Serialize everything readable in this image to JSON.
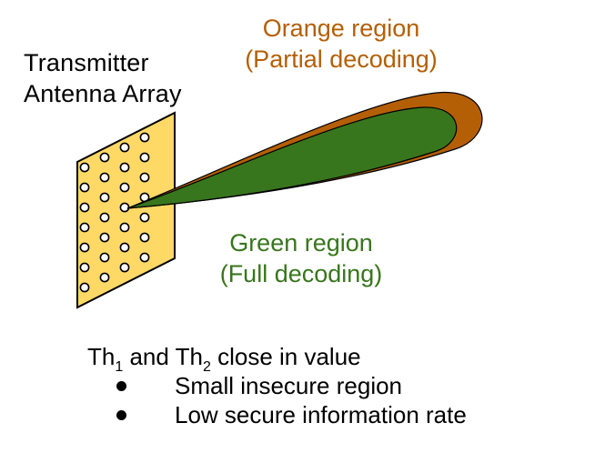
{
  "transmitter": {
    "line1": "Transmitter",
    "line2": "Antenna Array"
  },
  "orange_region": {
    "line1": "Orange region",
    "line2": "(Partial decoding)",
    "color": "#b45f06"
  },
  "green_region": {
    "line1": "Green region",
    "line2": "(Full decoding)",
    "color": "#38761d"
  },
  "antenna_panel": {
    "fill": "#ffd966",
    "rows": 7,
    "columns": 4
  },
  "summary": {
    "th_prefix": "Th",
    "th1_sub": "1",
    "and_text": " and Th",
    "th2_sub": "2",
    "suffix": " close in value",
    "bullets": [
      "Small insecure region",
      "Low secure information rate"
    ]
  }
}
